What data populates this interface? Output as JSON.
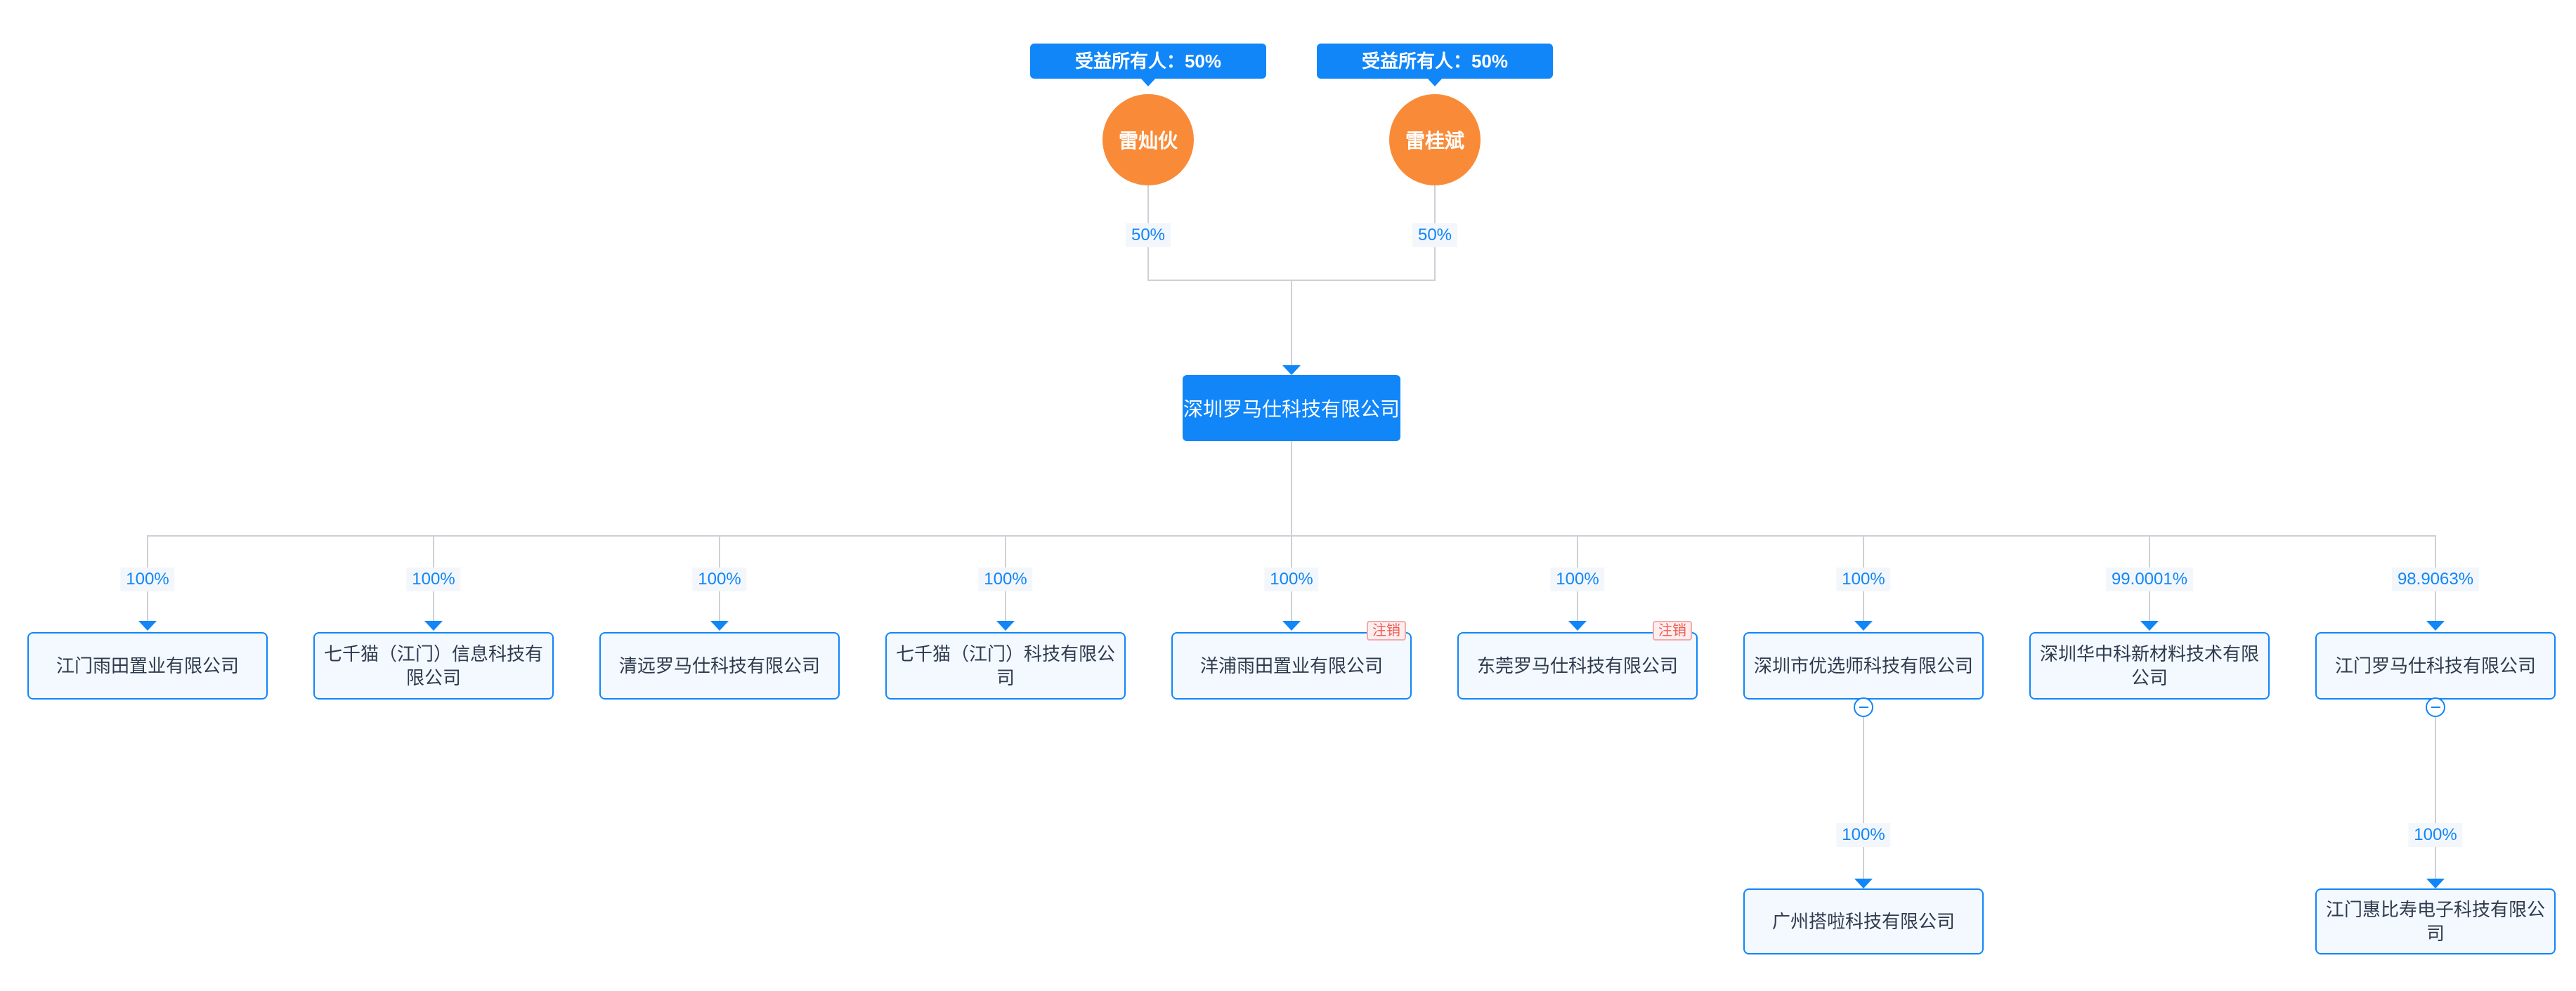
{
  "colors": {
    "accent_blue": "#1086f9",
    "node_fill": "#f3f9ff",
    "owner_orange": "#f98b38",
    "line_gray": "#cdd0d5",
    "text_dark": "#2f3a4d",
    "status_red": "#ee5a55",
    "status_bg": "#fdeeee",
    "status_border": "#f3abab",
    "label_bg": "#f3f7fb",
    "canvas_bg": "#ffffff"
  },
  "owners": [
    {
      "tooltip": "受益所有人：50%",
      "name": "雷灿伙",
      "share": "50%"
    },
    {
      "tooltip": "受益所有人：50%",
      "name": "雷桂斌",
      "share": "50%"
    }
  ],
  "root": {
    "name": "深圳罗马仕科技有限公司"
  },
  "subsidiaries": [
    {
      "name": "江门雨田置业有限公司",
      "percent": "100%"
    },
    {
      "name": "七千猫（江门）信息科技有限公司",
      "percent": "100%"
    },
    {
      "name": "清远罗马仕科技有限公司",
      "percent": "100%"
    },
    {
      "name": "七千猫（江门）科技有限公司",
      "percent": "100%"
    },
    {
      "name": "洋浦雨田置业有限公司",
      "percent": "100%",
      "status": "注销"
    },
    {
      "name": "东莞罗马仕科技有限公司",
      "percent": "100%",
      "status": "注销"
    },
    {
      "name": "深圳市优选师科技有限公司",
      "percent": "100%",
      "collapsible": true,
      "children": [
        {
          "name": "广州搭啦科技有限公司",
          "percent": "100%"
        }
      ]
    },
    {
      "name": "深圳华中科新材料技术有限公司",
      "percent": "99.0001%"
    },
    {
      "name": "江门罗马仕科技有限公司",
      "percent": "98.9063%",
      "collapsible": true,
      "children": [
        {
          "name": "江门惠比寿电子科技有限公司",
          "percent": "100%"
        }
      ]
    }
  ]
}
